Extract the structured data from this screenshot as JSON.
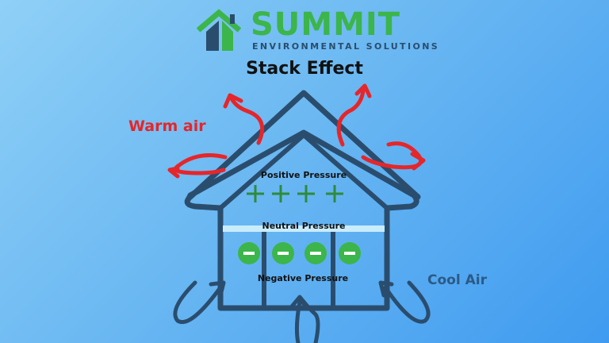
{
  "logo": {
    "name": "SUMMIT",
    "tagline": "ENVIRONMENTAL SOLUTIONS",
    "brand_green": "#3cb54a",
    "brand_navy": "#2a4d6e"
  },
  "title": "Stack Effect",
  "labels": {
    "warm_air": "Warm air",
    "cool_air": "Cool Air",
    "positive_pressure": "Positive Pressure",
    "neutral_pressure": "Neutral Pressure",
    "negative_pressure": "Negative Pressure"
  },
  "symbols": {
    "plus_count": 4,
    "minus_count": 4
  },
  "colors": {
    "house_outline": "#2a4d6e",
    "warm_arrow": "#e5262a",
    "cool_arrow": "#2a4d6e",
    "plus": "#2e8b3a",
    "minus_fill": "#3cb54a",
    "neutral_band": "#c9ecfb"
  }
}
